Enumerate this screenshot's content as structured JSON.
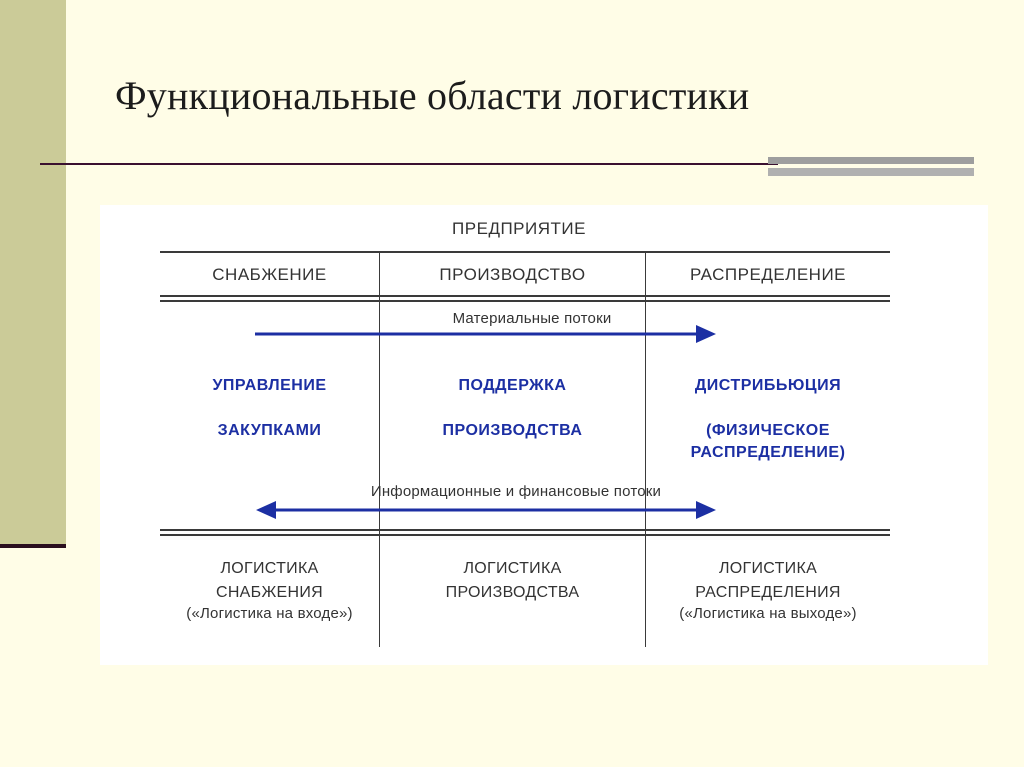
{
  "slide": {
    "title": "Функциональные области логистики"
  },
  "diagram": {
    "top_label": "ПРЕДПРИЯТИЕ",
    "columns": [
      {
        "header": "СНАБЖЕНИЕ",
        "activity_line1": "УПРАВЛЕНИЕ",
        "activity_line2": "ЗАКУПКАМИ",
        "logistics_line1": "ЛОГИСТИКА",
        "logistics_line2": "СНАБЖЕНИЯ",
        "logistics_note": "(«Логистика на входе»)"
      },
      {
        "header": "ПРОИЗВОДСТВО",
        "activity_line1": "ПОДДЕРЖКА",
        "activity_line2": "ПРОИЗВОДСТВА",
        "logistics_line1": "ЛОГИСТИКА",
        "logistics_line2": "ПРОИЗВОДСТВА"
      },
      {
        "header": "РАСПРЕДЕЛЕНИЕ",
        "activity_line1": "ДИСТРИБЬЮЦИЯ",
        "activity_line2": "(ФИЗИЧЕСКОЕ",
        "activity_line3": "РАСПРЕДЕЛЕНИЕ)",
        "logistics_line1": "ЛОГИСТИКА",
        "logistics_line2": "РАСПРЕДЕЛЕНИЯ",
        "logistics_note": "(«Логистика на выходе»)"
      }
    ],
    "material_flow_label": "Материальные потоки",
    "info_flow_label": "Информационные и финансовые потоки",
    "arrow_color": "#1c2fa3"
  }
}
